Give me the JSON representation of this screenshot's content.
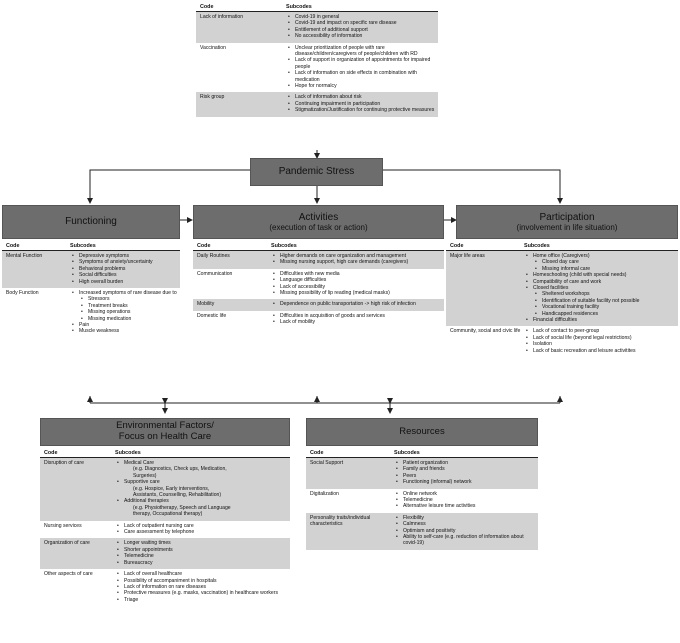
{
  "top": {
    "header": {
      "code": "Code",
      "subcodes": "Subcodes"
    },
    "rows": [
      {
        "code": "Lack of information",
        "shaded": true,
        "items": [
          {
            "t": "Covid-19 in general"
          },
          {
            "t": "Covid-19 and impact on specific rare disease"
          },
          {
            "t": "Entitlement of additional support"
          },
          {
            "t": "No accessibility of information"
          }
        ]
      },
      {
        "code": "Vaccination",
        "shaded": false,
        "items": [
          {
            "t": "Unclear prioritization of people with rare disease/children/caregivers of people/children with RD"
          },
          {
            "t": "Lack of support in organization of appointments for impaired people"
          },
          {
            "t": "Lack of information on side effects in combination with medication"
          },
          {
            "t": "Hope for normalcy"
          }
        ]
      },
      {
        "code": "Risk group",
        "shaded": true,
        "items": [
          {
            "t": "Lack of information about risk"
          },
          {
            "t": "Continuing impairment in participation"
          },
          {
            "t": "Stigmatization/Justification for continuing protective measures"
          }
        ]
      }
    ]
  },
  "pandemic_stress": "Pandemic Stress",
  "functioning": {
    "title": "Functioning",
    "header": {
      "code": "Code",
      "subcodes": "Subcodes"
    },
    "rows": [
      {
        "code": "Mental Function",
        "shaded": true,
        "items": [
          {
            "t": "Depressive symptoms"
          },
          {
            "t": "Symptoms of anxiety/uncertainty"
          },
          {
            "t": "Behavioral problems"
          },
          {
            "t": "Social difficulties"
          },
          {
            "t": "High overall burden"
          }
        ]
      },
      {
        "code": "Body Function",
        "shaded": false,
        "items": [
          {
            "t": "Increased symptoms of rare disease due to"
          },
          {
            "t": "Stressors",
            "l": 2
          },
          {
            "t": "Treatment breaks",
            "l": 2
          },
          {
            "t": "Missing operations",
            "l": 2
          },
          {
            "t": "Missing medication",
            "l": 2
          },
          {
            "t": "Pain"
          },
          {
            "t": "Muscle weakness"
          }
        ]
      }
    ]
  },
  "activities": {
    "title": "Activities",
    "subtitle": "(execution of task or action)",
    "header": {
      "code": "Code",
      "subcodes": "Subcodes"
    },
    "rows": [
      {
        "code": "Daily Routines",
        "shaded": true,
        "items": [
          {
            "t": "Higher demands on care organization and management"
          },
          {
            "t": "Missing nursing support, high care demands (caregivers)"
          }
        ]
      },
      {
        "code": "Communication",
        "shaded": false,
        "items": [
          {
            "t": "Difficulties with new media"
          },
          {
            "t": "Language difficulties"
          },
          {
            "t": "Lack of accessibility"
          },
          {
            "t": "Missing possibility of lip reading (medical masks)"
          }
        ]
      },
      {
        "code": "Mobility",
        "shaded": true,
        "items": [
          {
            "t": "Dependence on public transportation -> high risk of infection"
          }
        ]
      },
      {
        "code": "Domestic life",
        "shaded": false,
        "items": [
          {
            "t": "Difficulties in acquisition of goods and services"
          },
          {
            "t": "Lack of mobility"
          }
        ]
      }
    ]
  },
  "participation": {
    "title": "Participation",
    "subtitle": "(involvement in life situation)",
    "header": {
      "code": "Code",
      "subcodes": "Subcodes"
    },
    "rows": [
      {
        "code": "Major life areas",
        "shaded": true,
        "items": [
          {
            "t": "Home office (Caregivers)"
          },
          {
            "t": "Closed day care",
            "l": 2
          },
          {
            "t": "Missing informal care",
            "l": 2
          },
          {
            "t": "Homeschooling (child with special needs)"
          },
          {
            "t": "Compatibility of care and work"
          },
          {
            "t": "Closed facilities"
          },
          {
            "t": "Sheltered workshops",
            "l": 2
          },
          {
            "t": "Identification of suitable facility not possible",
            "l": 2
          },
          {
            "t": "Vocational training facility",
            "l": 2
          },
          {
            "t": "Handicapped residences",
            "l": 2
          },
          {
            "t": "Financial difficulties"
          }
        ]
      },
      {
        "code": "Community, social and civic life",
        "shaded": false,
        "items": [
          {
            "t": "Lack of contact to peer-group"
          },
          {
            "t": "Lack of social life (beyond legal restrictions)"
          },
          {
            "t": "Isolation"
          },
          {
            "t": "Lack of basic recreation and leisure activitites"
          }
        ]
      }
    ]
  },
  "environmental": {
    "title": "Environmental Factors/",
    "subtitle": "Focus on Health Care",
    "header": {
      "code": "Code",
      "subcodes": "Subcodes"
    },
    "rows": [
      {
        "code": "Disruption of care",
        "shaded": true,
        "items": [
          {
            "t": "Medical Care"
          },
          {
            "t": "(e.g. Diagnostics, Check ups, Medication,",
            "l": 3
          },
          {
            "t": "Surgeries)",
            "l": 3
          },
          {
            "t": "Supportive care"
          },
          {
            "t": "(e.g. Hospice, Early interventions,",
            "l": 3
          },
          {
            "t": "Assistants, Counselling, Rehabilitation)",
            "l": 3
          },
          {
            "t": "Additional therapies"
          },
          {
            "t": "(e.g. Physiotherapy, Speech and Language",
            "l": 3
          },
          {
            "t": "therapy, Occupational therapy)",
            "l": 3
          }
        ]
      },
      {
        "code": "Nursing services",
        "shaded": false,
        "items": [
          {
            "t": "Lack of outpatient nursing care"
          },
          {
            "t": "Care assessment by telephone"
          }
        ]
      },
      {
        "code": "Organization of care",
        "shaded": true,
        "items": [
          {
            "t": "Longer waiting times"
          },
          {
            "t": "Shorter appointments"
          },
          {
            "t": "Telemedicine"
          },
          {
            "t": "Bureaucracy"
          }
        ]
      },
      {
        "code": "Other aspects of care",
        "shaded": false,
        "items": [
          {
            "t": "Lack of overall healthcare"
          },
          {
            "t": "Possibility of accompaniment in hospitals"
          },
          {
            "t": "Lack of information on rare diseases"
          },
          {
            "t": "Protective measures (e.g. masks, vaccination) in healthcare workers"
          },
          {
            "t": "Triage"
          }
        ]
      }
    ]
  },
  "resources": {
    "title": "Resources",
    "header": {
      "code": "Code",
      "subcodes": "Subcodes"
    },
    "rows": [
      {
        "code": "Social Support",
        "shaded": true,
        "items": [
          {
            "t": "Patient organization"
          },
          {
            "t": "Family and friends"
          },
          {
            "t": "Peers"
          },
          {
            "t": "Functioning (informal) network"
          }
        ]
      },
      {
        "code": "Digitalization",
        "shaded": false,
        "items": [
          {
            "t": "Online network"
          },
          {
            "t": "Telemedicine"
          },
          {
            "t": "Alternative leisure time activities"
          }
        ]
      },
      {
        "code": "Personality traits/individual characteristics",
        "shaded": true,
        "items": [
          {
            "t": "Flexibility"
          },
          {
            "t": "Calmness"
          },
          {
            "t": "Optimism and positivity"
          },
          {
            "t": "Ability to self-care (e.g. reduction of information about covid-19)"
          }
        ]
      }
    ]
  },
  "colors": {
    "title_fill": "#6d6d6d",
    "row_shade": "#d2d2d2",
    "line": "#222222"
  }
}
